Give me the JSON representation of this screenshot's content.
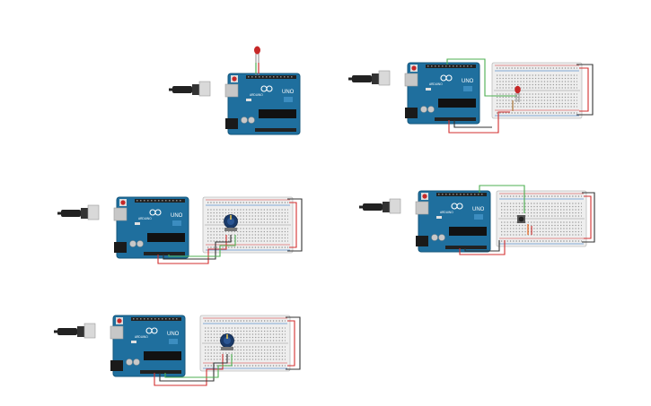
{
  "board_label": "UNO",
  "brand_label": "ARDUINO",
  "colors": {
    "board": "#1f6f9e",
    "board_edge": "#15577c",
    "breadboard": "#eeeeee",
    "wire_red": "#d32f2f",
    "wire_black": "#333333",
    "wire_green": "#4caf50",
    "led": "#c62828",
    "knob": "#1a3a6a"
  },
  "circuits": [
    {
      "name": "circuit-blink-led",
      "breadboard": false,
      "component": "led-icon"
    },
    {
      "name": "circuit-led-breadboard",
      "breadboard": true,
      "component": "led-icon"
    },
    {
      "name": "circuit-potentiometer-1",
      "breadboard": true,
      "component": "potentiometer-icon"
    },
    {
      "name": "circuit-pushbutton",
      "breadboard": true,
      "component": "pushbutton-icon"
    },
    {
      "name": "circuit-potentiometer-2",
      "breadboard": true,
      "component": "potentiometer-icon"
    }
  ]
}
